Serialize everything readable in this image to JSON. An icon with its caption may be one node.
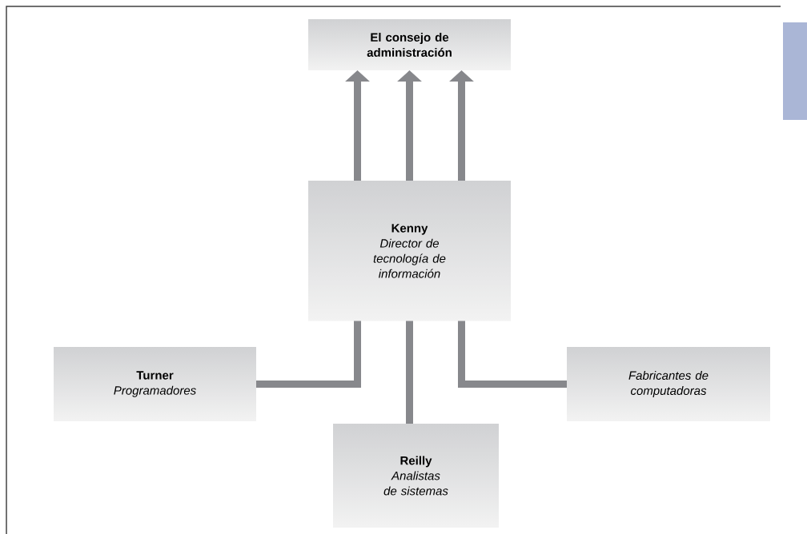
{
  "diagram": {
    "nodes": [
      {
        "text": [
          "El consejo de administración"
        ]
      },
      {
        "text": [
          "Kenny",
          "Director de tecnología de información"
        ]
      },
      {
        "text": [
          "Turner",
          "Programadores"
        ]
      },
      {
        "text": [
          "Reilly",
          "Analistas de sistemas"
        ]
      },
      {
        "text": [
          "Fabricantes de computadoras"
        ]
      }
    ],
    "edges": [
      {
        "from": 2,
        "to": 0,
        "arrow": "to"
      },
      {
        "from": 3,
        "to": 0,
        "arrow": "to"
      },
      {
        "from": 4,
        "to": 0,
        "arrow": "to"
      }
    ]
  }
}
